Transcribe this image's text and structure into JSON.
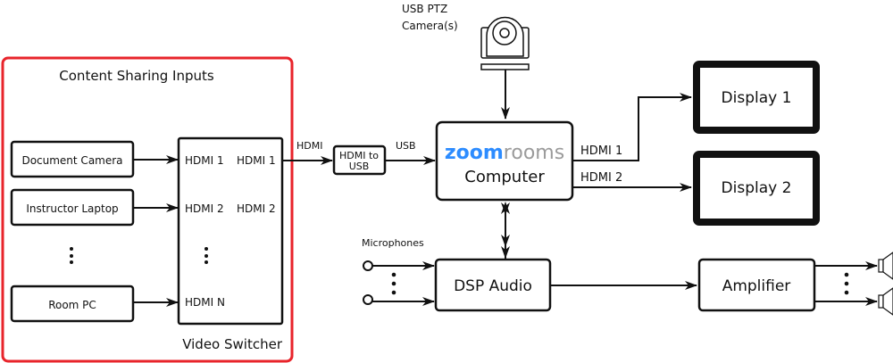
{
  "group": {
    "title": "Content Sharing Inputs",
    "border_color": "#e8242b"
  },
  "inputs": [
    {
      "label": "Document Camera"
    },
    {
      "label": "Instructor Laptop"
    },
    {
      "label": "Room PC"
    }
  ],
  "switcher": {
    "label": "Video Switcher",
    "inputs": [
      "HDMI 1",
      "HDMI 2",
      "HDMI N"
    ],
    "outputs": [
      "HDMI 1",
      "HDMI 2"
    ]
  },
  "converter": {
    "line1": "HDMI to",
    "line2": "USB"
  },
  "links": {
    "hdmi": "HDMI",
    "usb": "USB",
    "out1": "HDMI 1",
    "out2": "HDMI 2"
  },
  "camera": {
    "line1": "USB PTZ",
    "line2": "Camera(s)"
  },
  "computer": {
    "brand_zoom": "zoom",
    "brand_rooms": "rooms",
    "label": "Computer",
    "zoom_color": "#2d8cff",
    "rooms_color": "#9b9b9b"
  },
  "displays": [
    {
      "label": "Display 1"
    },
    {
      "label": "Display 2"
    }
  ],
  "audio": {
    "mics_label": "Microphones",
    "dsp": "DSP Audio",
    "amp": "Amplifier"
  }
}
